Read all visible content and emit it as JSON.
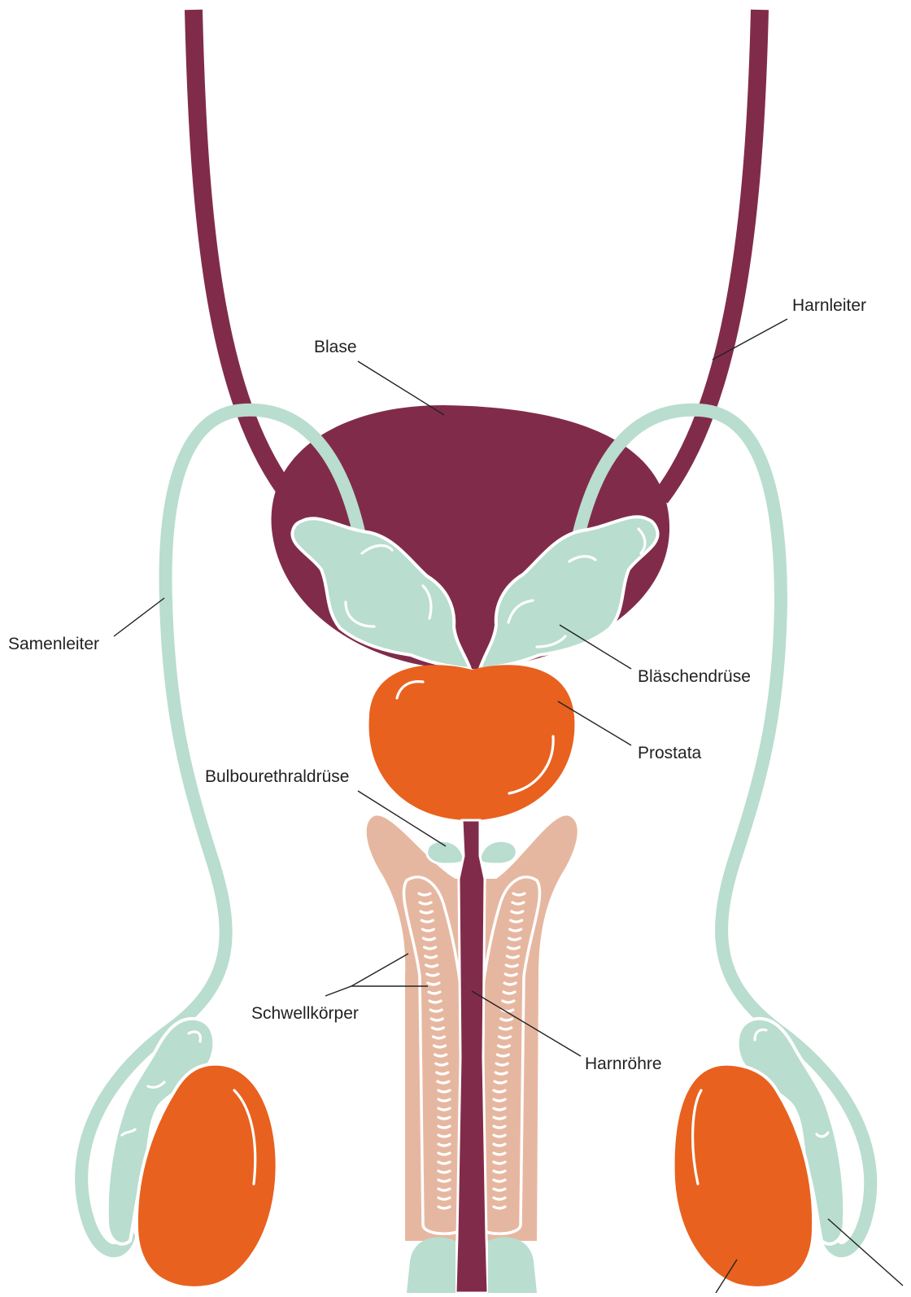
{
  "labels": {
    "harnleiter": "Harnleiter",
    "blase": "Blase",
    "samenleiter": "Samenleiter",
    "blaeschendruese": "Bläschendrüse",
    "prostata": "Prostata",
    "bulbourethraldruese": "Bulbourethraldrüse",
    "schwellkoerper": "Schwellkörper",
    "harnroehre": "Harnröhre"
  },
  "colors": {
    "urinary": "#812b4a",
    "seminal": "#b9ddcf",
    "prostate": "#e8611f",
    "erectile": "#e6b7a0",
    "outline": "#ffffff",
    "text": "#222222"
  }
}
